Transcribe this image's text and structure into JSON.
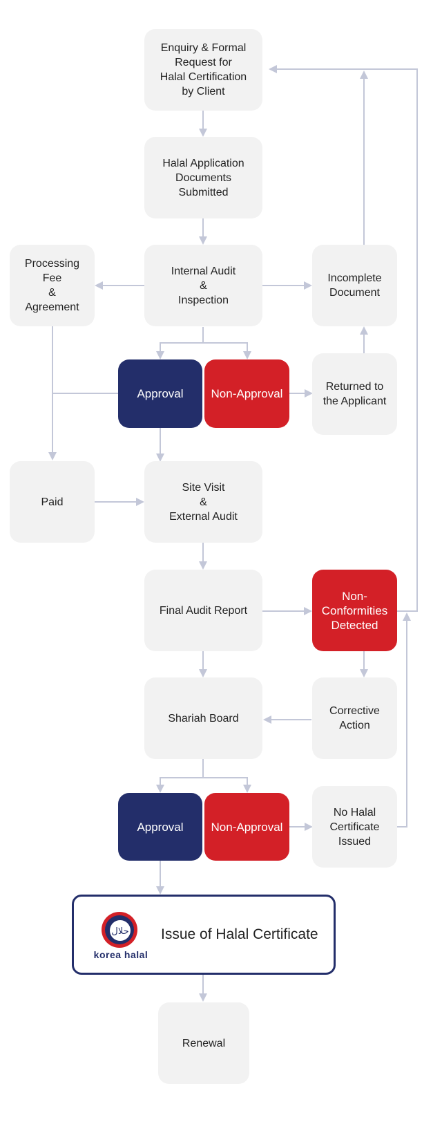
{
  "nodes": {
    "enquiry": "Enquiry & Formal\nRequest for\nHalal Certification\nby Client",
    "application": "Halal Application\nDocuments\nSubmitted",
    "internal_audit": "Internal Audit\n&\nInspection",
    "processing_fee": "Processing Fee\n&\nAgreement",
    "incomplete_document": "Incomplete\nDocument",
    "approval_1": "Approval",
    "non_approval_1": "Non-Approval",
    "returned": "Returned to\nthe Applicant",
    "paid": "Paid",
    "site_visit": "Site Visit\n&\nExternal Audit",
    "final_audit": "Final Audit Report",
    "non_conformities": "Non-\nConformities\nDetected",
    "shariah_board": "Shariah Board",
    "corrective_action": "Corrective\nAction",
    "approval_2": "Approval",
    "non_approval_2": "Non-Approval",
    "no_certificate": "No Halal\nCertificate\nIssued",
    "issue_certificate": "Issue of Halal Certificate",
    "renewal": "Renewal"
  },
  "logo": {
    "text": "korea halal",
    "mark": "حلال"
  },
  "colors": {
    "box_grey": "#f2f2f2",
    "approval_navy": "#232e6a",
    "non_approval_red": "#d32027",
    "connector": "#c3c7d8"
  }
}
